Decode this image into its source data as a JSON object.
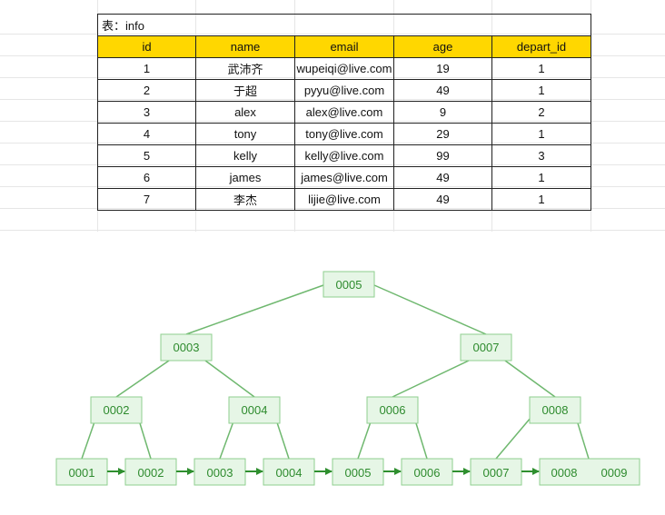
{
  "table": {
    "title": "表：info",
    "columns": [
      "id",
      "name",
      "email",
      "age",
      "depart_id"
    ],
    "rows": [
      [
        "1",
        "武沛齐",
        "wupeiqi@live.com",
        "19",
        "1"
      ],
      [
        "2",
        "于超",
        "pyyu@live.com",
        "49",
        "1"
      ],
      [
        "3",
        "alex",
        "alex@live.com",
        "9",
        "2"
      ],
      [
        "4",
        "tony",
        "tony@live.com",
        "29",
        "1"
      ],
      [
        "5",
        "kelly",
        "kelly@live.com",
        "99",
        "3"
      ],
      [
        "6",
        "james",
        "james@live.com",
        "49",
        "1"
      ],
      [
        "7",
        "李杰",
        "lijie@live.com",
        "49",
        "1"
      ]
    ]
  },
  "tree": {
    "colors": {
      "node_fill": "#e6f6e6",
      "node_border": "#8fcf8f",
      "edge": "#6fb86f",
      "arrow": "#2f8f2f",
      "text": "#2e8b2e"
    },
    "root": "0005",
    "level1": [
      "0003",
      "0007"
    ],
    "level2": [
      "0002",
      "0004",
      "0006",
      "0008"
    ],
    "leaves": [
      "0001",
      "0002",
      "0003",
      "0004",
      "0005",
      "0006",
      "0007"
    ],
    "last_leaf": [
      "0008",
      "0009"
    ]
  }
}
